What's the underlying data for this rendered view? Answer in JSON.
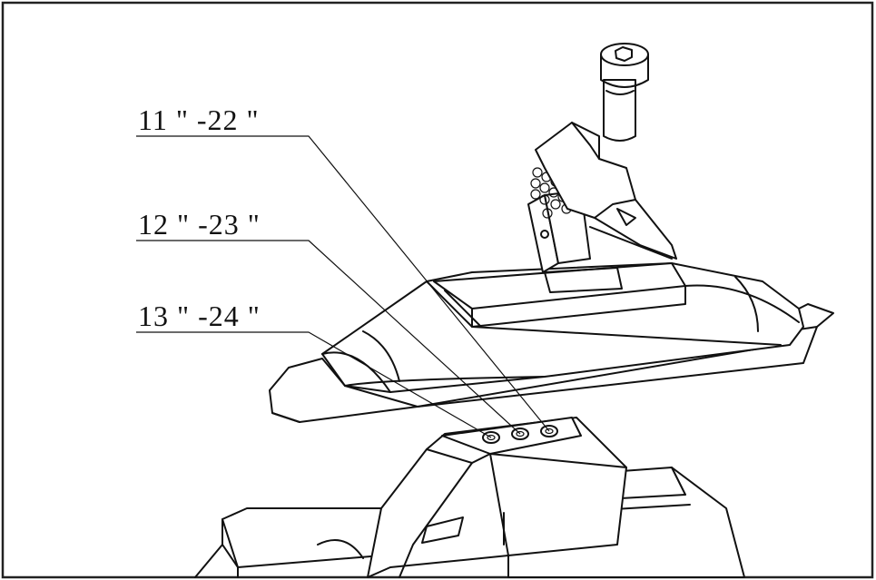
{
  "diagram": {
    "labels": [
      {
        "id": "label-1",
        "text": "11 \" -22 \""
      },
      {
        "id": "label-2",
        "text": "12 \" -23 \""
      },
      {
        "id": "label-3",
        "text": "13 \" -24 \""
      }
    ],
    "colors": {
      "line": "#111111",
      "background": "#ffffff",
      "frame": "#222222"
    }
  }
}
